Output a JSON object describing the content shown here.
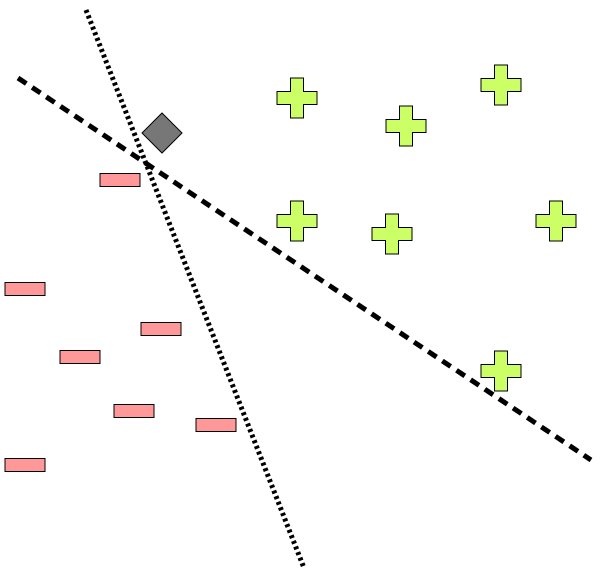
{
  "diagram": {
    "type": "linear-classifier-illustration",
    "colors": {
      "background": "#ffffff",
      "positive_fill": "#ccff66",
      "negative_fill": "#ff9999",
      "query_fill": "#777777",
      "outline": "#000000",
      "boundary": "#000000"
    },
    "classes": [
      {
        "name": "positive",
        "marker": "plus-icon",
        "count": 7
      },
      {
        "name": "negative",
        "marker": "minus-icon",
        "count": 7
      },
      {
        "name": "query",
        "marker": "diamond-icon",
        "count": 1
      }
    ],
    "boundaries": [
      {
        "name": "steep-boundary",
        "style": "dotted"
      },
      {
        "name": "shallow-boundary",
        "style": "dashed"
      }
    ]
  }
}
